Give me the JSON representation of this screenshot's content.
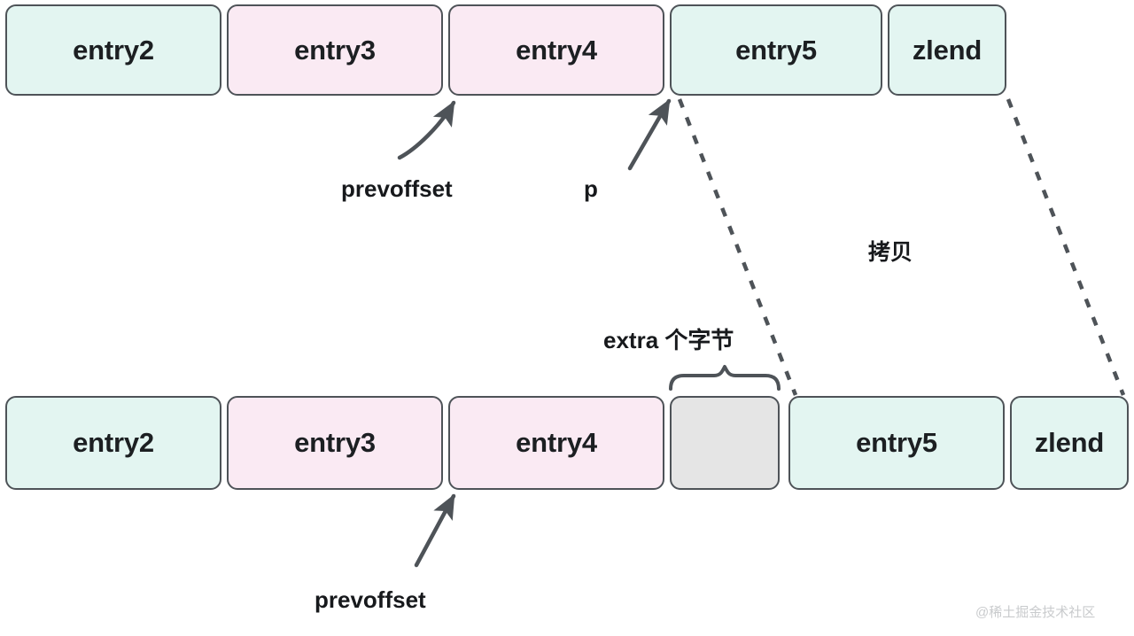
{
  "diagram": {
    "title": "ziplist entry insertion / realloc diagram",
    "background": "#ffffff",
    "colors": {
      "teal_fill": "#e3f5f1",
      "pink_fill": "#faeaf3",
      "gray_fill": "#e5e5e5",
      "stroke": "#4e5358",
      "text": "#1c1f22",
      "arrow": "#4e5358",
      "watermark": "#c9cbcd"
    },
    "rows": [
      {
        "name": "before-row",
        "cells": [
          {
            "label": "entry2",
            "fill": "teal"
          },
          {
            "label": "entry3",
            "fill": "pink"
          },
          {
            "label": "entry4",
            "fill": "pink"
          },
          {
            "label": "entry5",
            "fill": "teal"
          },
          {
            "label": "zlend",
            "fill": "teal"
          }
        ]
      },
      {
        "name": "after-row",
        "cells": [
          {
            "label": "entry2",
            "fill": "teal"
          },
          {
            "label": "entry3",
            "fill": "pink"
          },
          {
            "label": "entry4",
            "fill": "pink"
          },
          {
            "label": "",
            "fill": "gray"
          },
          {
            "label": "entry5",
            "fill": "teal"
          },
          {
            "label": "zlend",
            "fill": "teal"
          }
        ]
      }
    ],
    "annotations": {
      "prevoffset_top": "prevoffset",
      "pointer_p": "p",
      "copy": "拷贝",
      "extra_bytes": "extra 个字节",
      "prevoffset_bottom": "prevoffset"
    },
    "watermark": "@稀土掘金技术社区"
  }
}
